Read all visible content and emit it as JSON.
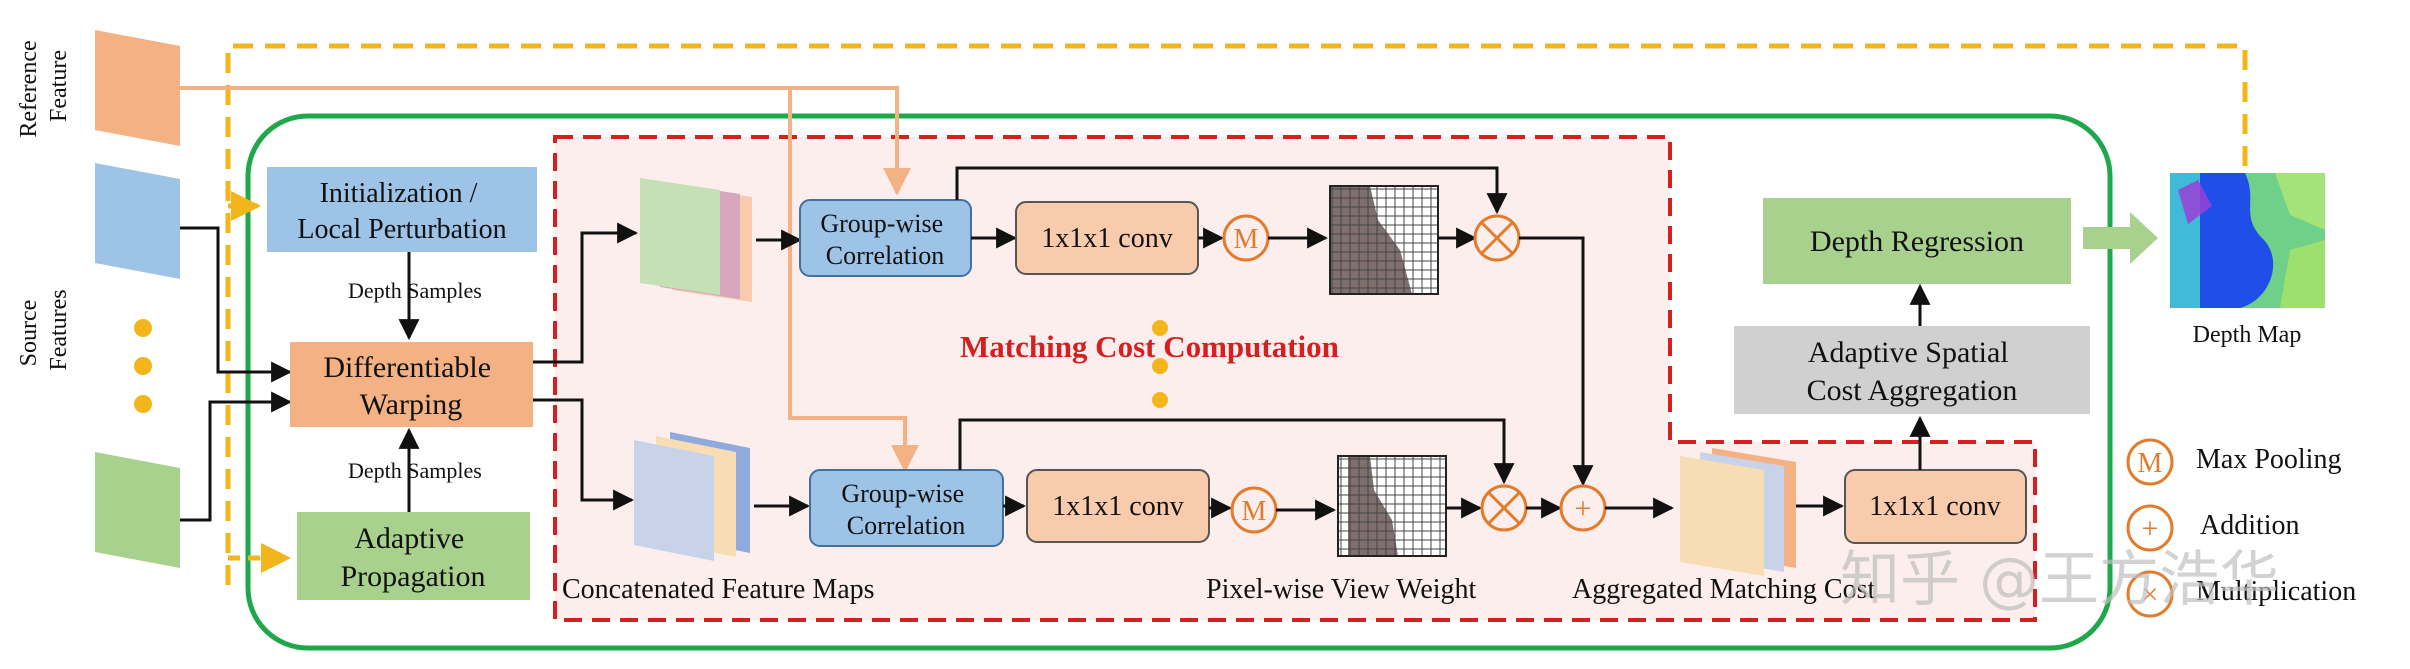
{
  "side_labels": {
    "reference": [
      "Reference",
      "Feature"
    ],
    "source": [
      "Source",
      "Features"
    ]
  },
  "modules": {
    "init": [
      "Initialization /",
      "Local Perturbation"
    ],
    "warp": [
      "Differentiable",
      "Warping"
    ],
    "propagation": [
      "Adaptive",
      "Propagation"
    ],
    "gwc_top": [
      "Group-wise",
      "Correlation"
    ],
    "gwc_bottom": [
      "Group-wise",
      "Correlation"
    ],
    "conv_top": "1x1x1 conv",
    "conv_bottom": "1x1x1 conv",
    "conv_agg": "1x1x1 conv",
    "depth_regression": "Depth Regression",
    "spatial_agg": [
      "Adaptive Spatial",
      "Cost  Aggregation"
    ]
  },
  "labels": {
    "depth_samples_top": "Depth Samples",
    "depth_samples_bottom": "Depth Samples",
    "matching_cost": "Matching Cost Computation",
    "concat_maps": "Concatenated Feature Maps",
    "view_weight": "Pixel-wise View Weight",
    "agg_cost": "Aggregated Matching Cost",
    "depth_map": "Depth Map"
  },
  "symbols": {
    "max_pool": "M",
    "plus": "+"
  },
  "legend": [
    {
      "symbol": "M",
      "label": "Max Pooling"
    },
    {
      "symbol": "+",
      "label": "Addition"
    },
    {
      "symbol": "×",
      "label": "Multiplication"
    }
  ],
  "watermark": "知乎 @王方浩华",
  "colors": {
    "orange_box": "#f4b183",
    "blue_box": "#9dc3e6",
    "green_box": "#a9d18e",
    "conv_box": "#f8cbad",
    "gray_box": "#d0d0d0",
    "green_border": "#1ea84b",
    "red_dashed": "#d42020",
    "yellow_dashed": "#f2b61c",
    "symbol_orange": "#e37b2c",
    "title_red": "#d42020"
  }
}
